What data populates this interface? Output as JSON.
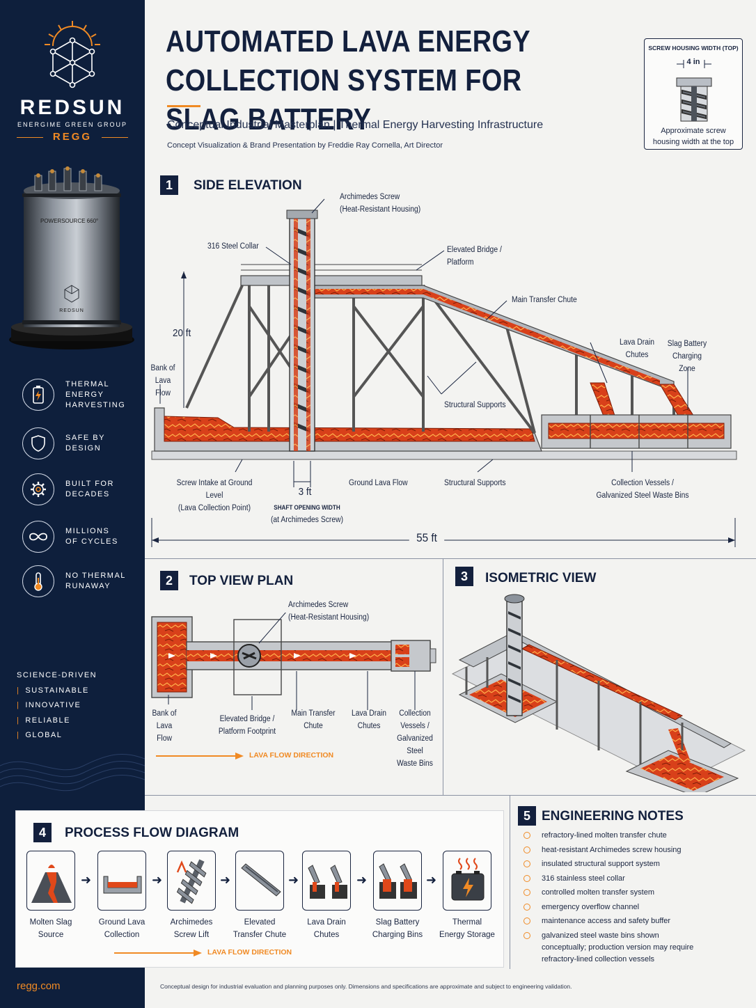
{
  "sidebar": {
    "brand_name": "REDSUN",
    "brand_sub": "ENERGIME GREEN GROUP",
    "brand_code": "REGG",
    "product_label": "POWERSOURCE 660°",
    "product_brand": "REDSUN",
    "features": [
      {
        "icon": "battery-bolt-icon",
        "label": "THERMAL\nENERGY\nHARVESTING"
      },
      {
        "icon": "shield-icon",
        "label": "SAFE BY\nDESIGN"
      },
      {
        "icon": "gear-icon",
        "label": "BUILT FOR\nDECADES"
      },
      {
        "icon": "infinity-icon",
        "label": "MILLIONS\nOF CYCLES"
      },
      {
        "icon": "thermometer-icon",
        "label": "NO THERMAL\nRUNAWAY"
      }
    ],
    "pillars": [
      "SCIENCE-DRIVEN",
      "SUSTAINABLE",
      "INNOVATIVE",
      "RELIABLE",
      "GLOBAL"
    ],
    "url": "regg.com"
  },
  "header": {
    "title": "AUTOMATED LAVA ENERGY\nCOLLECTION SYSTEM FOR SLAG BATTERY",
    "subtitle": "Conceptual Industrial Masterplan | Thermal Energy Harvesting Infrastructure",
    "credit": "Concept Visualization & Brand Presentation by Freddie Ray Cornella, Art Director"
  },
  "inset": {
    "title": "SCREW HOUSING WIDTH (TOP)",
    "dimension": "4 in",
    "caption": "Approximate screw\nhousing width at the top"
  },
  "side_elevation": {
    "num": "1",
    "title": "SIDE ELEVATION",
    "labels": {
      "screw": "Archimedes Screw\n(Heat-Resistant Housing)",
      "collar": "316 Steel Collar",
      "bridge": "Elevated Bridge /\nPlatform",
      "chute": "Main Transfer Chute",
      "height": "20 ft",
      "drain": "Lava Drain\nChutes",
      "charging": "Slag Battery\nCharging Zone",
      "bank": "Bank of\nLava Flow",
      "supports_upper": "Structural Supports",
      "intake": "Screw Intake at Ground Level\n(Lava Collection Point)",
      "shaft_dim": "3 ft",
      "shaft_title": "SHAFT OPENING WIDTH",
      "shaft_sub": "(at Archimedes Screw)",
      "ground_flow": "Ground Lava Flow",
      "supports_lower": "Structural Supports",
      "vessels": "Collection Vessels /\nGalvanized Steel Waste Bins",
      "length": "55 ft"
    }
  },
  "top_view": {
    "num": "2",
    "title": "TOP VIEW PLAN",
    "labels": {
      "screw": "Archimedes Screw\n(Heat-Resistant Housing)",
      "bank": "Bank of\nLava Flow",
      "bridge": "Elevated Bridge /\nPlatform Footprint",
      "chute": "Main Transfer Chute",
      "drain": "Lava Drain\nChutes",
      "vessels": "Collection Vessels /\nGalvanized Steel\nWaste Bins"
    },
    "flow": "LAVA FLOW DIRECTION"
  },
  "isometric": {
    "num": "3",
    "title": "ISOMETRIC VIEW"
  },
  "process_flow": {
    "num": "4",
    "title": "PROCESS FLOW DIAGRAM",
    "steps": [
      {
        "icon": "volcano-icon",
        "label": "Molten Slag\nSource"
      },
      {
        "icon": "lava-basin-icon",
        "label": "Ground Lava\nCollection"
      },
      {
        "icon": "screw-icon",
        "label": "Archimedes\nScrew Lift"
      },
      {
        "icon": "chute-icon",
        "label": "Elevated\nTransfer Chute"
      },
      {
        "icon": "drain-chutes-icon",
        "label": "Lava Drain\nChutes"
      },
      {
        "icon": "charging-bins-icon",
        "label": "Slag Battery\nCharging Bins"
      },
      {
        "icon": "thermal-battery-icon",
        "label": "Thermal\nEnergy Storage"
      }
    ],
    "flow": "LAVA FLOW DIRECTION"
  },
  "notes": {
    "num": "5",
    "title": "ENGINEERING NOTES",
    "items": [
      "refractory-lined molten transfer chute",
      "heat-resistant Archimedes screw housing",
      "insulated structural support system",
      "316 stainless steel collar",
      "controlled molten transfer system",
      "emergency overflow channel",
      "maintenance access and safety buffer",
      "galvanized steel waste bins shown conceptually; production version may require refractory-lined collection vessels"
    ]
  },
  "footer": "Conceptual design for industrial evaluation and planning purposes only. Dimensions and specifications are approximate and subject to engineering validation.",
  "colors": {
    "navy": "#0e1f3c",
    "accent": "#f08a24",
    "lava": "#e0481a",
    "steel": "#9aa0a8"
  }
}
